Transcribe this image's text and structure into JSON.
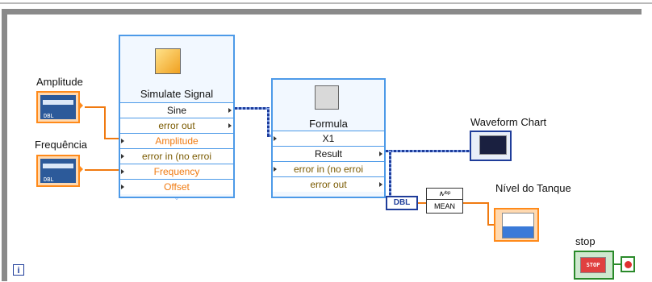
{
  "labels": {
    "amplitude": "Amplitude",
    "frequencia": "Frequência",
    "waveform_chart": "Waveform Chart",
    "nivel_tanque": "Nível do Tanque",
    "stop": "stop"
  },
  "simulate_signal": {
    "title": "Simulate Signal",
    "terminals": [
      "Sine",
      "error out",
      "Amplitude",
      "error in (no erroi",
      "Frequency",
      "Offset"
    ]
  },
  "formula": {
    "title": "Formula",
    "terminals": [
      "X1",
      "Result",
      "error in (no erroi",
      "error out"
    ]
  },
  "convert_label": "DBL",
  "mean_node": "MEAN",
  "stop_button_text": "STOP",
  "ctrl_tag": "DBL",
  "info_glyph": "i",
  "colors": {
    "wire_dynamic": "#1f3d9a",
    "wire_numeric": "#f07a10",
    "node_border": "#4d9ae8"
  }
}
